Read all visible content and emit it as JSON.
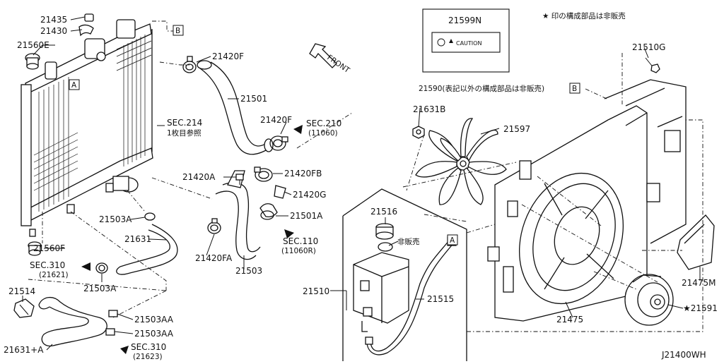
{
  "diagram_code": "J21400WH",
  "note": "★ 印の構成部品は非販売",
  "labels": {
    "p21435": "21435",
    "p21430": "21430",
    "p21560E": "21560E",
    "p21420F_top": "21420F",
    "p21501": "21501",
    "sec214": "SEC.214",
    "sec214_sub": "1枚目参照",
    "p21420F_mid": "21420F",
    "sec210": "SEC.210",
    "sec210_sub": "(11060)",
    "p21420A": "21420A",
    "p21420FB": "21420FB",
    "p21420G": "21420G",
    "p21501A": "21501A",
    "sec110": "SEC.110",
    "sec110_sub": "(11060R)",
    "p21503A_top": "21503A",
    "p21631": "21631",
    "p21560F": "21560F",
    "p21420FA": "21420FA",
    "p21503": "21503",
    "sec310a": "SEC.310",
    "sec310a_sub": "(21621)",
    "p21503A_bot": "21503A",
    "p21514": "21514",
    "p21503AA_1": "21503AA",
    "p21503AA_2": "21503AA",
    "p21631A": "21631+A",
    "sec310b": "SEC.310",
    "sec310b_sub": "(21623)",
    "p21599N": "21599N",
    "caution": "CAUTION",
    "p21510G": "21510G",
    "p21590": "21590(表記以外の構成部品は非販売)",
    "p21631B": "21631B",
    "p21597": "21597",
    "p21516": "21516",
    "hihanbai": "非販売",
    "p21510": "21510",
    "p21515": "21515",
    "p21475M": "21475M",
    "p21475": "21475",
    "p21591": "★21591",
    "front": "FRONT",
    "refA": "A",
    "refB": "B"
  }
}
